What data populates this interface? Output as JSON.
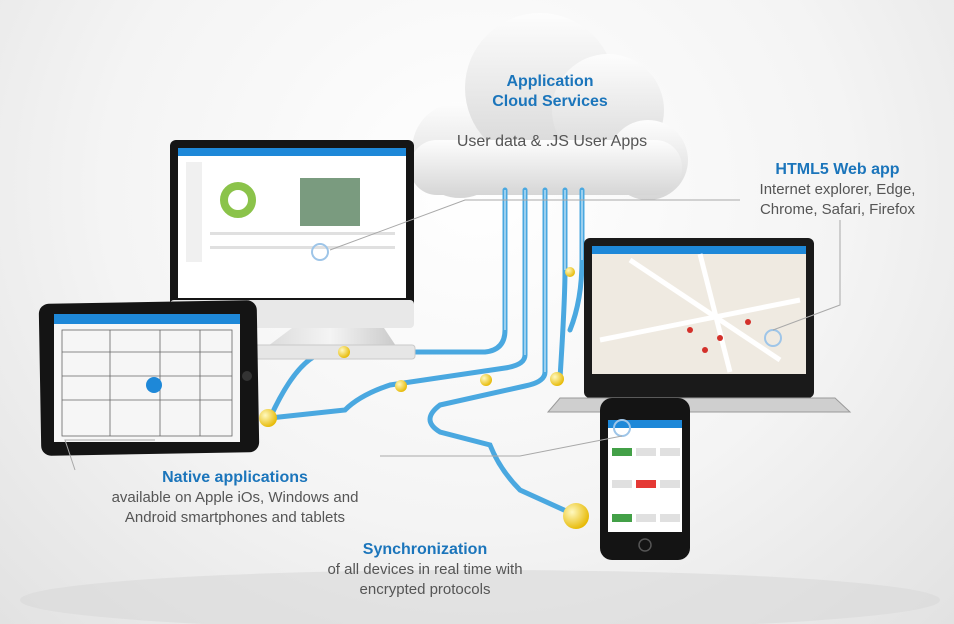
{
  "cloud": {
    "title_line1": "Application",
    "title_line2": "Cloud Services",
    "subtitle": "User data & .JS User Apps"
  },
  "html5": {
    "title": "HTML5 Web app",
    "line1": "Internet explorer, Edge,",
    "line2": "Chrome, Safari, Firefox"
  },
  "native": {
    "title": "Native applications",
    "line1": "available on Apple iOs, Windows and",
    "line2": "Android smartphones and tablets"
  },
  "sync": {
    "title": "Synchronization",
    "line1": "of all devices in real time with",
    "line2": "encrypted protocols"
  },
  "colors": {
    "accent": "#1b75bb",
    "cable": "#4aa8e0",
    "node": "#f5d21b",
    "text": "#555555"
  }
}
